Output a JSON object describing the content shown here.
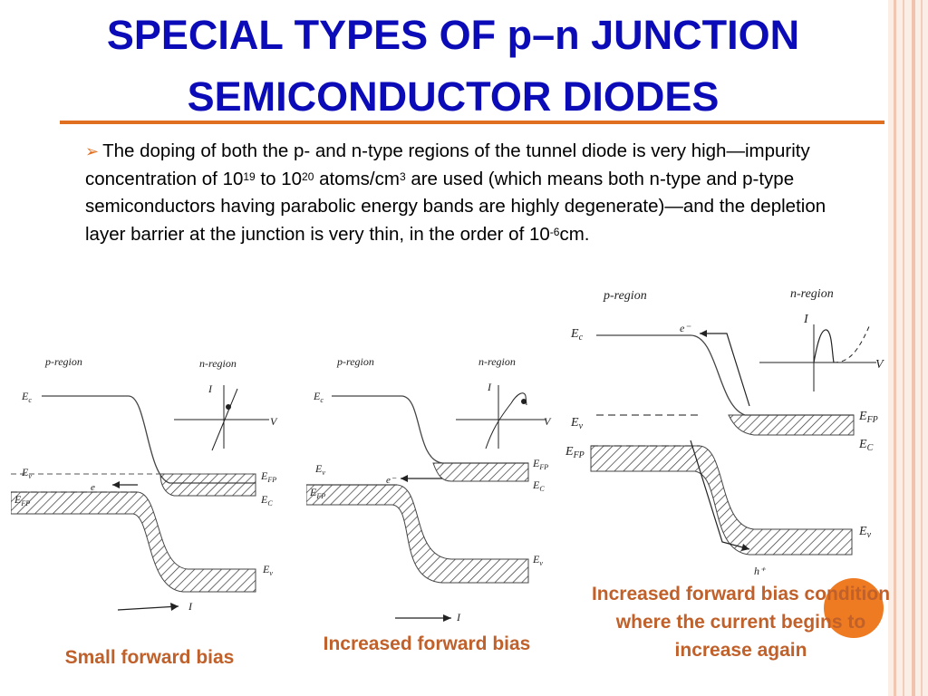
{
  "title": {
    "line1": "SPECIAL TYPES OF p–n JUNCTION",
    "line2": "SEMICONDUCTOR DIODES"
  },
  "bullet": {
    "part1": "The doping of both the p- and n-type regions of the tunnel diode is very high—impurity concentration of 10",
    "sup1": "19",
    "part2": " to 10",
    "sup2": "20",
    "part3": "  atoms/cm",
    "sup3": "3",
    "part4": " are used (which means both n-type and p-type semiconductors having parabolic energy bands are highly degenerate)—and the depletion layer barrier at the junction is very thin, in the order of 10",
    "sup4": "-6",
    "part5": "cm."
  },
  "diagrams": {
    "labels": {
      "p_region": "p-region",
      "n_region": "n-region",
      "ec": "E",
      "ec_sub": "c",
      "ev": "E",
      "ev_sub": "v",
      "efp": "E",
      "efp_sub": "FP",
      "efp_right_sub": "FP",
      "ec_right": "E",
      "ec_right_sub": "C",
      "ev_right": "E",
      "ev_right_sub": "v",
      "electron": "e",
      "electron_minus": "e⁻",
      "hole": "h⁺",
      "current": "I",
      "voltage": "V"
    }
  },
  "captions": {
    "small": "Small forward bias",
    "increased": "Increased forward bias",
    "again": "Increased forward bias condition where the current begins to increase again"
  },
  "colors": {
    "title": "#0b0bb8",
    "accent": "#e07020",
    "caption": "#c0602a",
    "stripe": "#f3d6c8"
  }
}
